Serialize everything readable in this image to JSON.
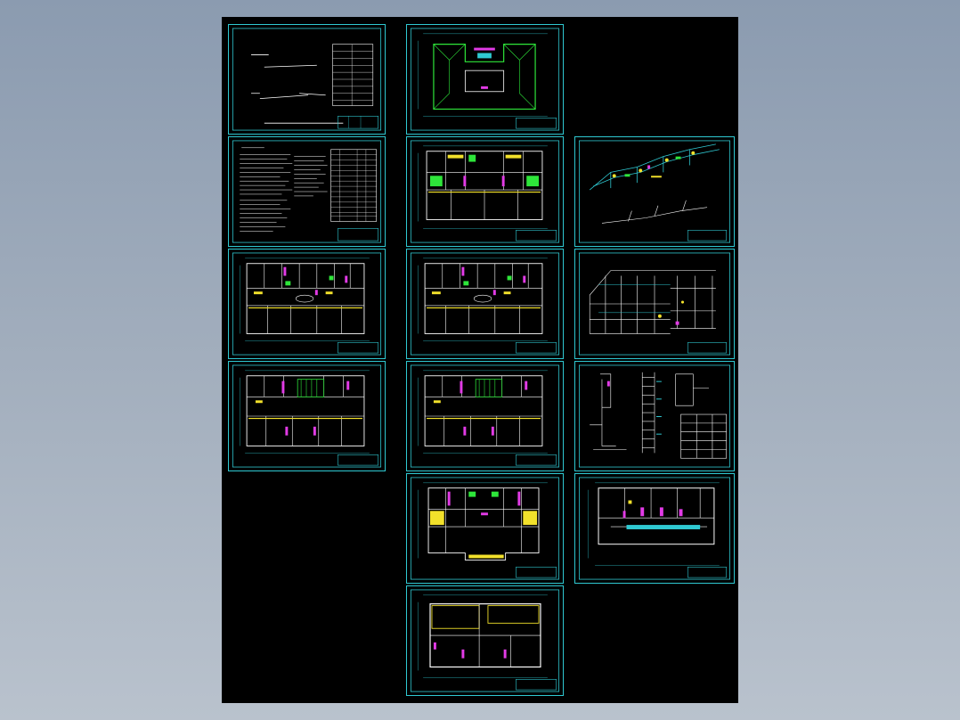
{
  "viewer": {
    "background_top": "#8b9bb0",
    "background_bottom": "#b9c2cd",
    "canvas_color": "#000000"
  },
  "drawing_colors": {
    "frame": "#2fc9d2",
    "walls": "#ffffff",
    "pipes_green": "#2ee63a",
    "pipes_yellow": "#f2e12b",
    "fixtures_magenta": "#e23be6",
    "dimension_lines": "#2fc9d2"
  },
  "sheets": [
    {
      "id": "s1",
      "kind": "cover-index"
    },
    {
      "id": "s2",
      "kind": "notes-table"
    },
    {
      "id": "s3",
      "kind": "floor-plan"
    },
    {
      "id": "s4",
      "kind": "floor-plan"
    },
    {
      "id": "s5",
      "kind": "roof-plan"
    },
    {
      "id": "s6",
      "kind": "floor-plan"
    },
    {
      "id": "s7",
      "kind": "floor-plan"
    },
    {
      "id": "s8",
      "kind": "floor-plan"
    },
    {
      "id": "s9",
      "kind": "floor-plan"
    },
    {
      "id": "s10",
      "kind": "basement-plan"
    },
    {
      "id": "s11",
      "kind": "isometric-system"
    },
    {
      "id": "s12",
      "kind": "isometric-system"
    },
    {
      "id": "s13",
      "kind": "riser-detail"
    },
    {
      "id": "s14",
      "kind": "partial-plan"
    }
  ]
}
